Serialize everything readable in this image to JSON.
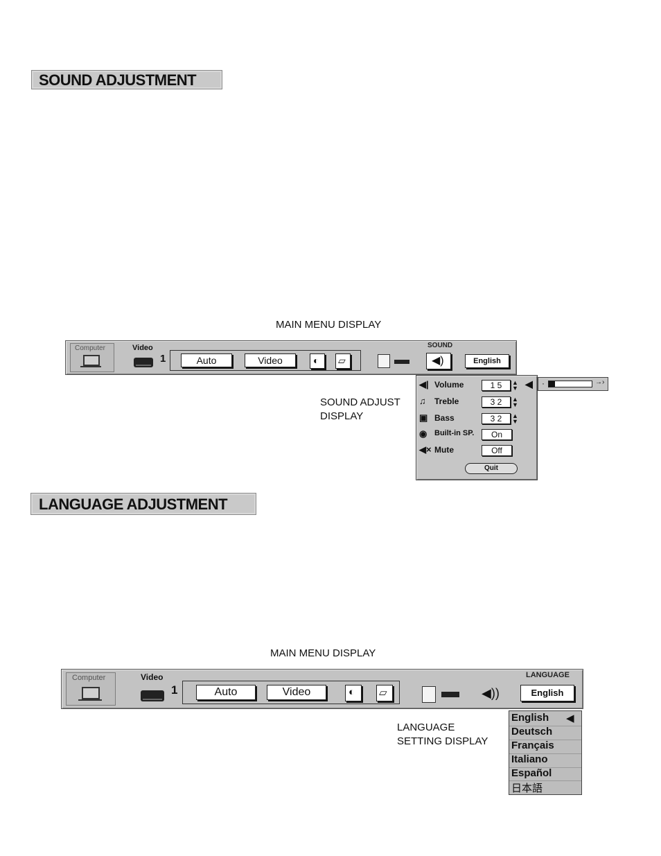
{
  "sections": {
    "sound_title": "SOUND ADJUSTMENT",
    "language_title": "LANGUAGE ADJUSTMENT"
  },
  "captions": {
    "main_menu_1": "MAIN MENU DISPLAY",
    "sound_adjust": [
      "SOUND ADJUST",
      "DISPLAY"
    ],
    "main_menu_2": "MAIN MENU DISPLAY",
    "language_setting": [
      "LANGUAGE",
      "SETTING DISPLAY"
    ]
  },
  "menubar1": {
    "computer_tab": "Computer",
    "video_tab": "Video",
    "input_number": "1",
    "mode_button": "Auto",
    "source_button": "Video",
    "group_label": "SOUND",
    "language_button": "English"
  },
  "sound_panel": {
    "rows": [
      {
        "label": "Volume",
        "value": "1 5"
      },
      {
        "label": "Treble",
        "value": "3 2"
      },
      {
        "label": "Bass",
        "value": "3 2"
      },
      {
        "label": "Built-in SP.",
        "value": "On"
      },
      {
        "label": "Mute",
        "value": "Off"
      }
    ],
    "quit_label": "Quit",
    "volume_level": 0.15
  },
  "menubar2": {
    "computer_tab": "Computer",
    "video_tab": "Video",
    "input_number": "1",
    "mode_button": "Auto",
    "source_button": "Video",
    "group_label": "LANGUAGE",
    "language_button": "English"
  },
  "language_list": {
    "items": [
      "English",
      "Deutsch",
      "Français",
      "Italiano",
      "Español",
      "日本語"
    ],
    "selected": "English"
  }
}
